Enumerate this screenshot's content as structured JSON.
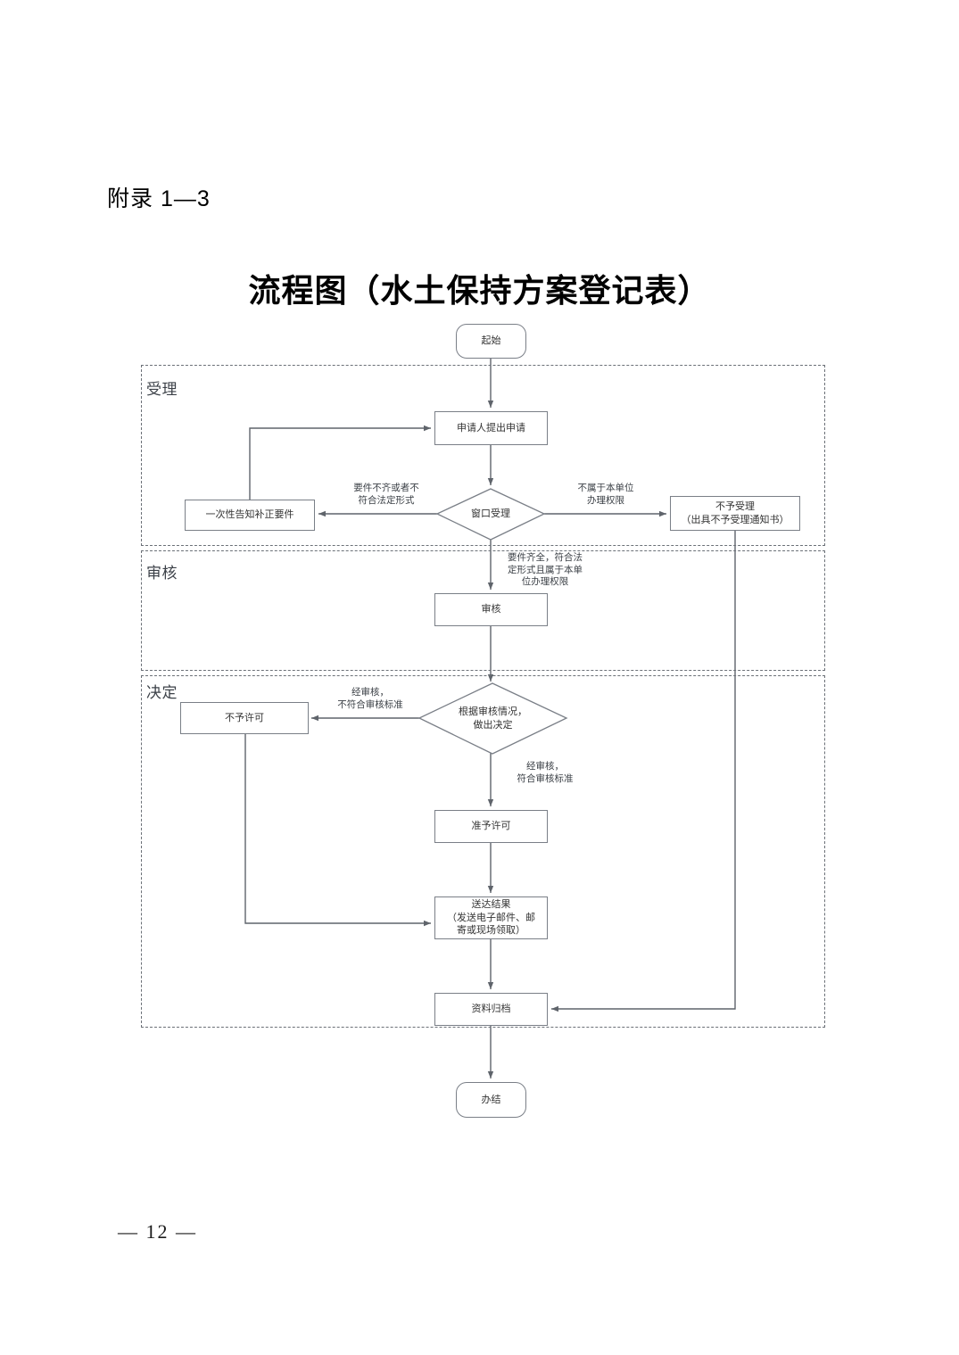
{
  "document": {
    "appendix_label": "附录 1—3",
    "title": "流程图（水土保持方案登记表）",
    "page_footer": "— 12 —"
  },
  "diagram": {
    "type": "flowchart",
    "orientation": "top-to-bottom",
    "lanes": [
      {
        "id": "lane-acceptance",
        "title": "受理"
      },
      {
        "id": "lane-review",
        "title": "审核"
      },
      {
        "id": "lane-decision",
        "title": "决定"
      }
    ],
    "nodes": [
      {
        "id": "start",
        "shape": "terminator",
        "label": "起始"
      },
      {
        "id": "apply",
        "shape": "rect",
        "label": "申请人提出申请"
      },
      {
        "id": "window-accept",
        "shape": "diamond",
        "label": "窗口受理"
      },
      {
        "id": "notify-correct",
        "shape": "rect",
        "label": "一次性告知补正要件"
      },
      {
        "id": "reject-accept",
        "shape": "rect",
        "label": "不予受理\n（出具不予受理通知书）"
      },
      {
        "id": "review",
        "shape": "rect",
        "label": "审核"
      },
      {
        "id": "decide",
        "shape": "diamond",
        "label": "根据审核情况，\n做出决定"
      },
      {
        "id": "no-permit",
        "shape": "rect",
        "label": "不予许可"
      },
      {
        "id": "grant-permit",
        "shape": "rect",
        "label": "准予许可"
      },
      {
        "id": "deliver-result",
        "shape": "rect",
        "label": "送达结果\n（发送电子邮件、邮\n寄或现场领取）"
      },
      {
        "id": "archive",
        "shape": "rect",
        "label": "资料归档"
      },
      {
        "id": "end",
        "shape": "terminator",
        "label": "办结"
      }
    ],
    "edge_labels": [
      {
        "id": "label-incomplete",
        "text": "要件不齐或者不\n符合法定形式"
      },
      {
        "id": "label-not-in-scope",
        "text": "不属于本单位\n办理权限"
      },
      {
        "id": "label-complete",
        "text": "要件齐全，符合法\n定形式且属于本单\n位办理权限"
      },
      {
        "id": "label-not-qualified",
        "text": "经审核，\n不符合审核标准"
      },
      {
        "id": "label-qualified",
        "text": "经审核，\n符合审核标准"
      }
    ],
    "colors": {
      "node_border": "#7a7f87",
      "lane_border": "#6b7077",
      "connector": "#5f646b",
      "text": "#333333",
      "background": "#ffffff"
    }
  }
}
